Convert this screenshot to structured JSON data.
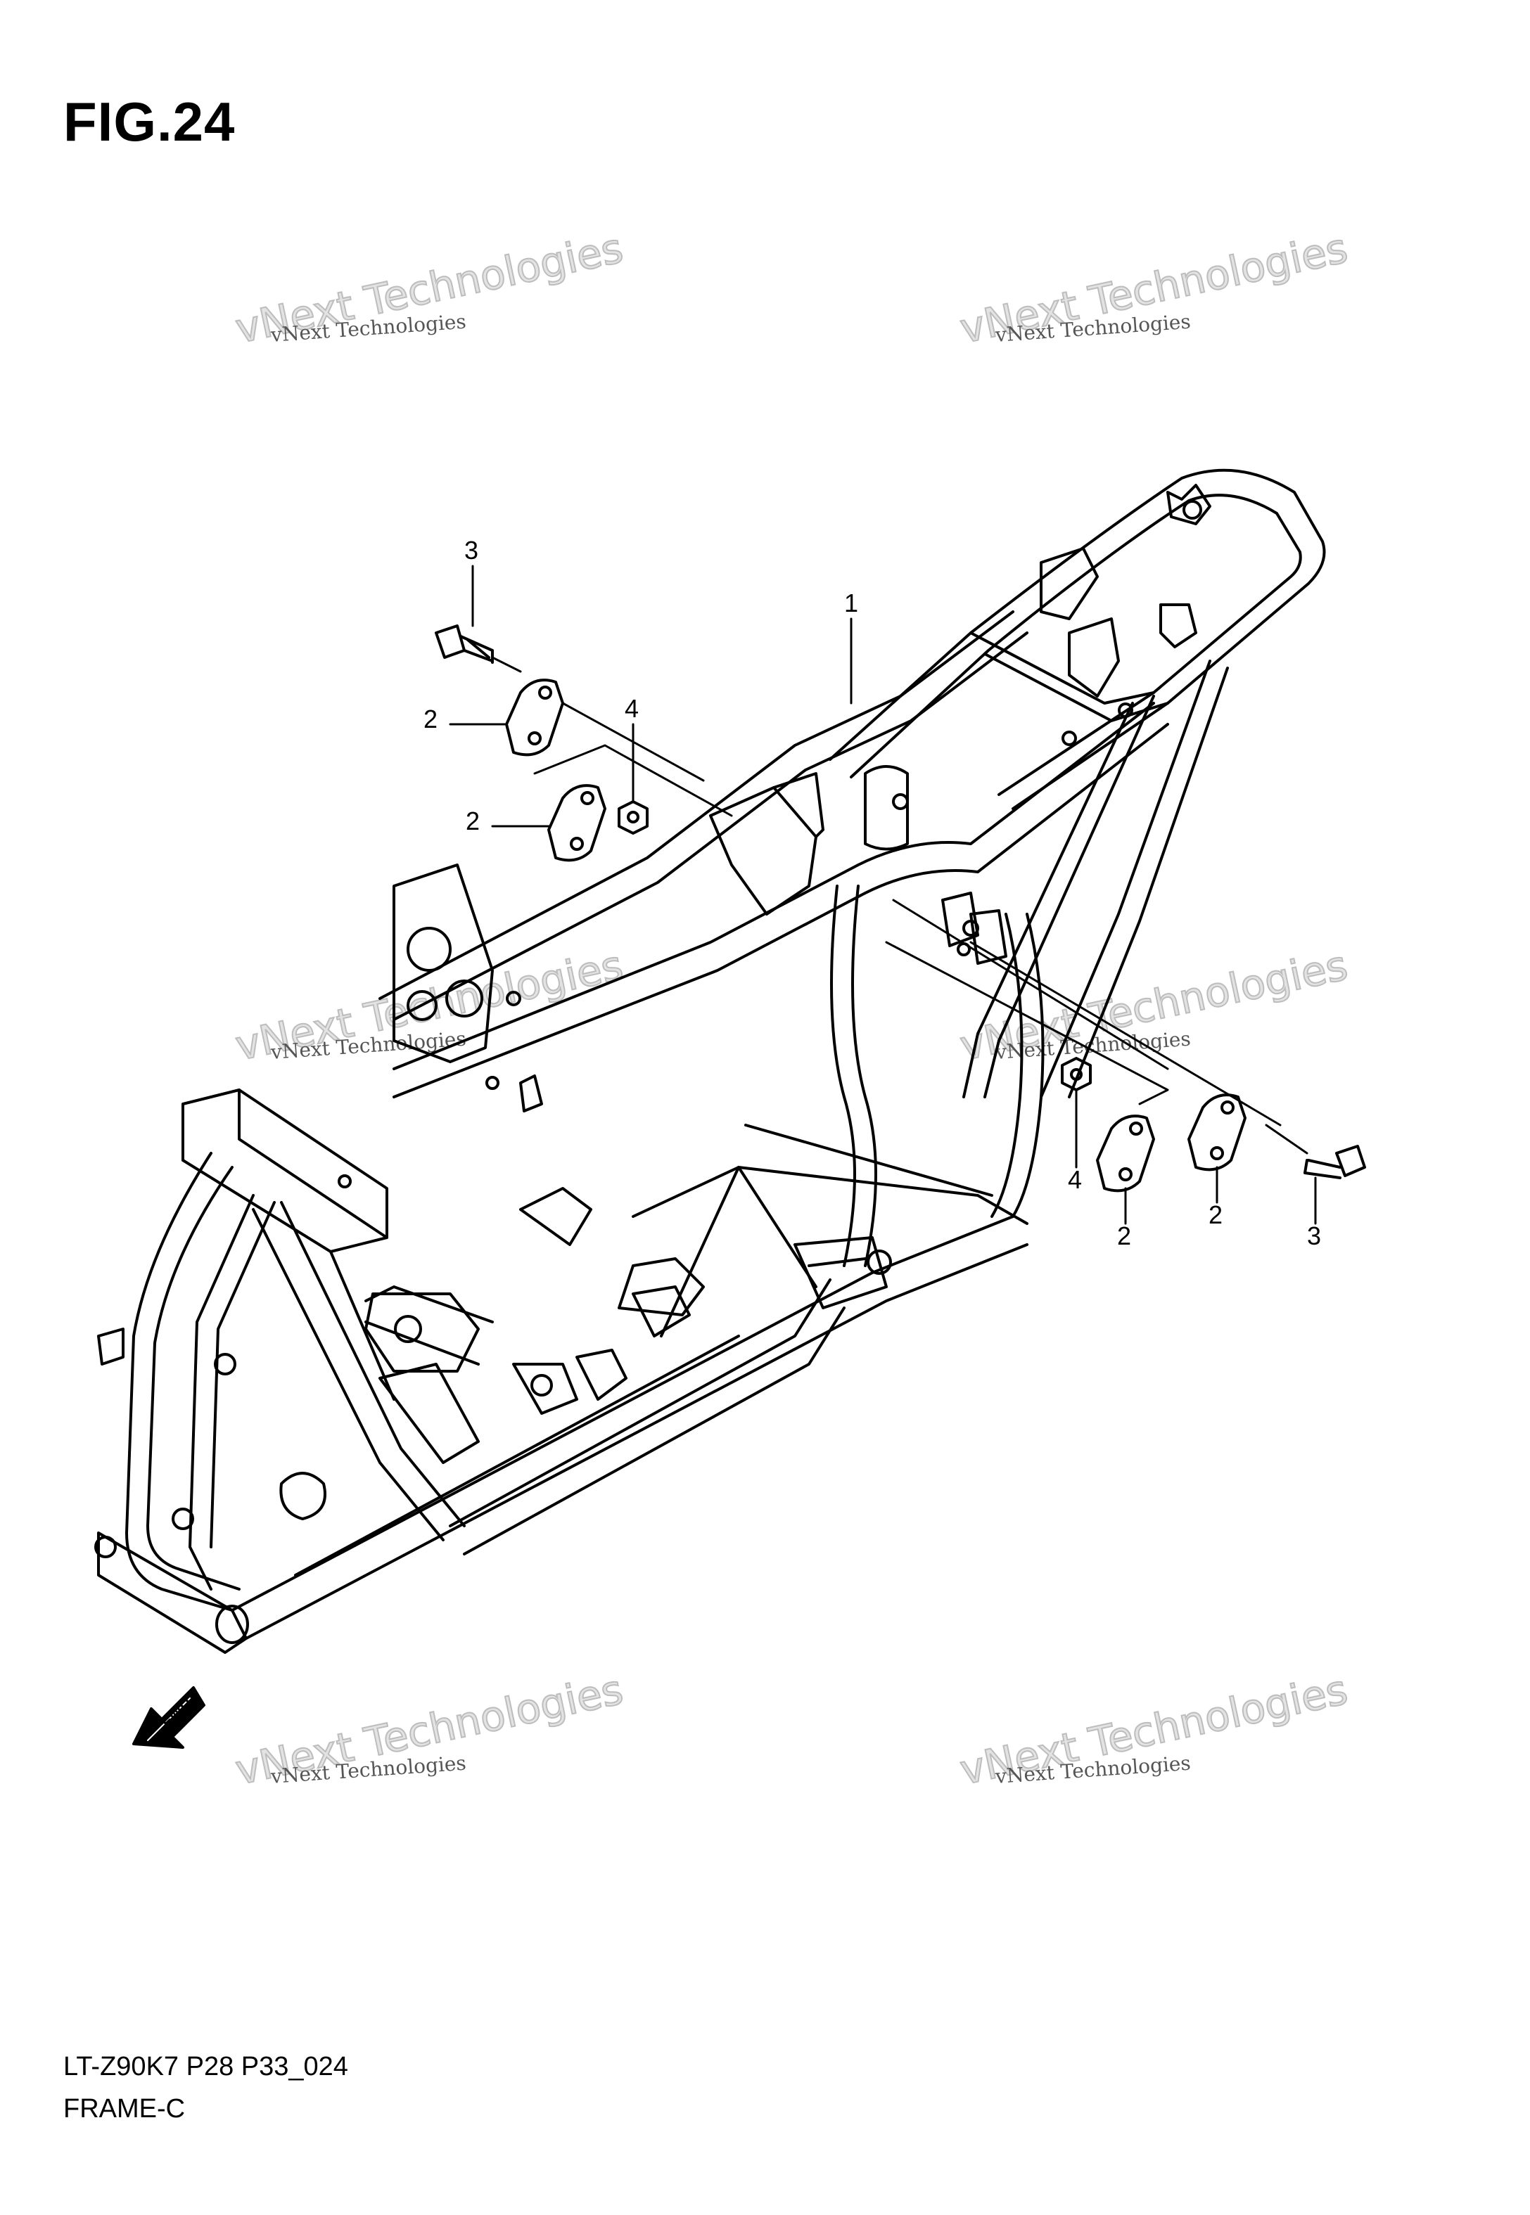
{
  "figure": {
    "title": "FIG.24"
  },
  "callouts": [
    {
      "id": "frame",
      "label": "1"
    },
    {
      "id": "bracket-upper-left-a",
      "label": "2"
    },
    {
      "id": "bracket-upper-left-b",
      "label": "2"
    },
    {
      "id": "bracket-right-a",
      "label": "2"
    },
    {
      "id": "bracket-right-b",
      "label": "2"
    },
    {
      "id": "bolt-left",
      "label": "3"
    },
    {
      "id": "bolt-right",
      "label": "3"
    },
    {
      "id": "nut-left",
      "label": "4"
    },
    {
      "id": "nut-right",
      "label": "4"
    }
  ],
  "direction_marker": {
    "label": "FWD",
    "icon": "forward-arrow-icon"
  },
  "watermarks": [
    {
      "big": "vNext Technologies",
      "small": "vNext Technologies"
    },
    {
      "big": "vNext Technologies",
      "small": "vNext Technologies"
    },
    {
      "big": "vNext Technologies",
      "small": "vNext Technologies"
    },
    {
      "big": "vNext Technologies",
      "small": "vNext Technologies"
    },
    {
      "big": "vNext Technologies",
      "small": "vNext Technologies"
    },
    {
      "big": "vNext Technologies",
      "small": "vNext Technologies"
    }
  ],
  "footer": {
    "model_code": "LT-Z90K7 P28 P33_024",
    "section_name": "FRAME-C"
  }
}
